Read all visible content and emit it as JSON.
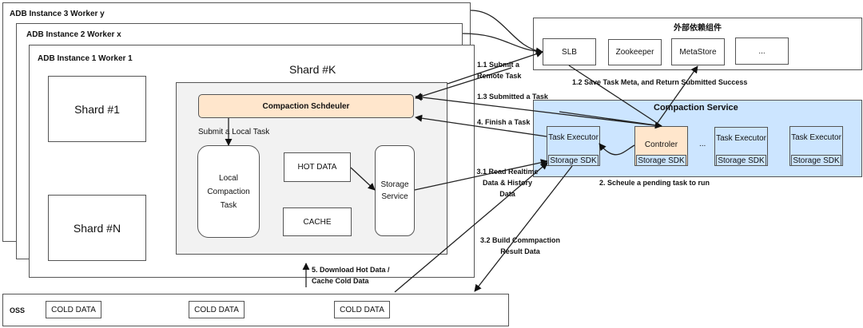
{
  "instances": [
    {
      "label": "ADB Instance 3 Worker y"
    },
    {
      "label": "ADB Instance 2 Worker x"
    },
    {
      "label": "ADB Instance 1 Worker 1"
    }
  ],
  "shards": {
    "first": "Shard #1",
    "last": "Shard #N",
    "detail": "Shard #K"
  },
  "shard_k": {
    "scheduler": "Compaction Schdeuler",
    "submit_local": "Submit a Local Task",
    "local_task": "Local Compaction Task",
    "hot_data": "HOT DATA",
    "cache": "CACHE",
    "storage_service": "Storage Service"
  },
  "external": {
    "title": "外部依赖组件",
    "components": [
      "SLB",
      "Zookeeper",
      "MetaStore",
      "..."
    ]
  },
  "compaction_service": {
    "title": "Compaction Service",
    "executor_label": "Task Executor",
    "controller_label": "Controler",
    "sdk_label": "Storage SDK",
    "ellipsis": "...",
    "colors": {
      "service_bg": "#cce5ff",
      "controller_bg": "#ffe6cc",
      "scheduler_bg": "#ffe6cc",
      "shard_bg": "#f2f2f2"
    }
  },
  "oss": {
    "label": "OSS",
    "cold": [
      "COLD DATA",
      "COLD DATA",
      "COLD DATA"
    ]
  },
  "arrows": {
    "a11": "1.1 Submit a Remote Task",
    "a12": "1.2 Save Task Meta, and Return Submitted Success",
    "a13": "1.3 Submitted a Task",
    "a2": "2. Scheule a pending task to run",
    "a31": "3.1 Read Realtime Data & History Data",
    "a32": "3.2 Build Commpaction Result Data",
    "a4": "4. Finish a Task",
    "a5": "5. Download Hot Data / Cache Cold Data"
  }
}
